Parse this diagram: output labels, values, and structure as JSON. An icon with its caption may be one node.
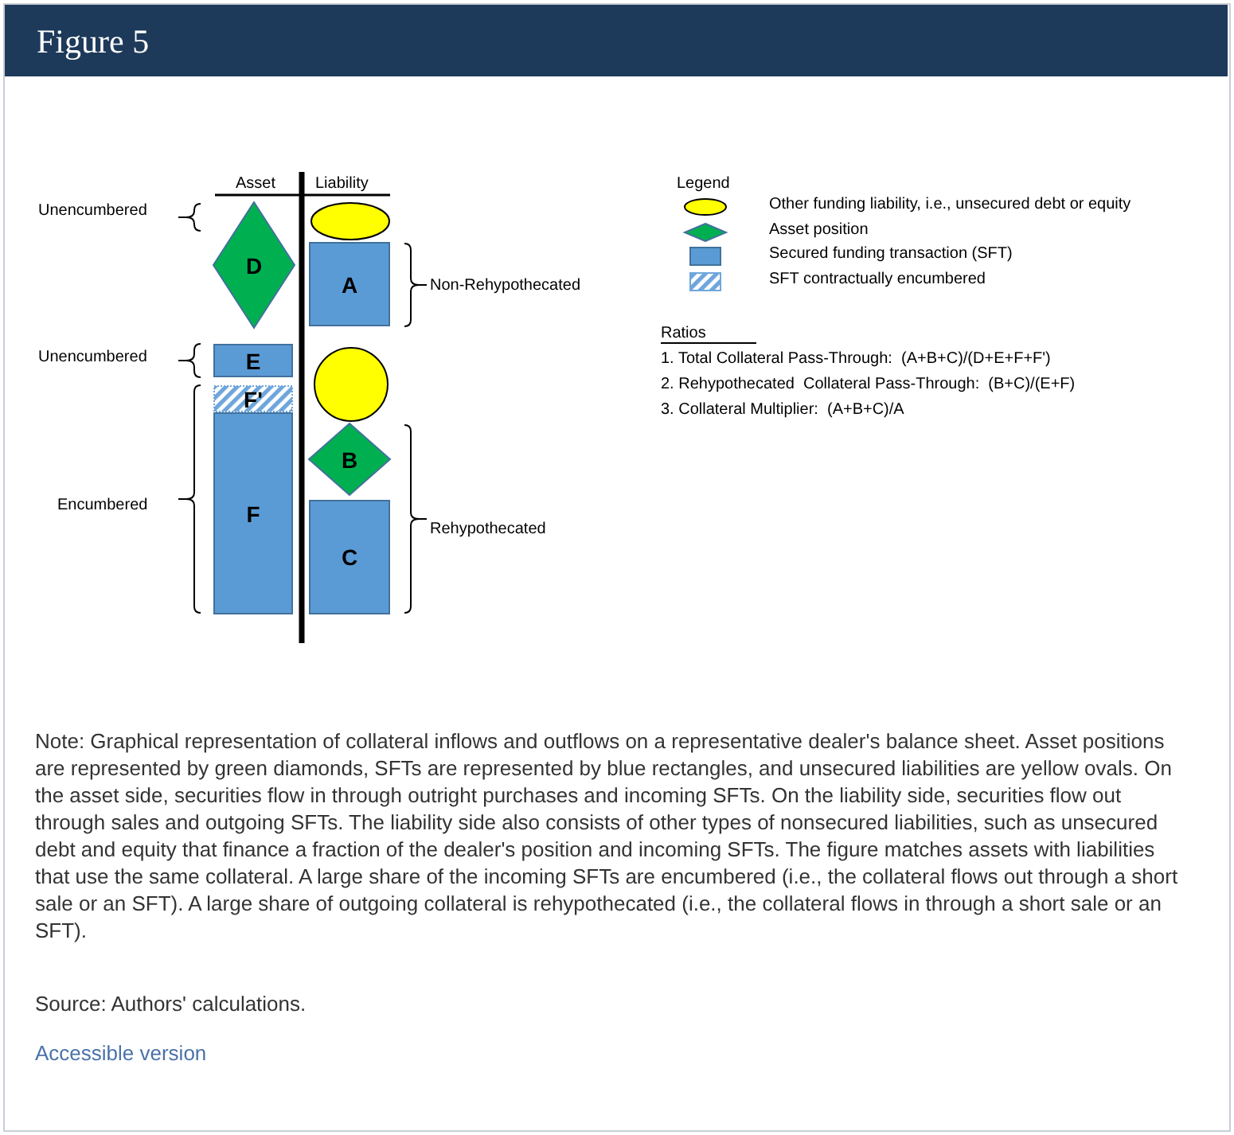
{
  "diagram": {
    "title": "Figure 5",
    "caption": "Note: Graphical representation of collateral inflows and outflows on a representative dealer's balance sheet. Asset positions are represented by green diamonds, SFTs are represented by blue rectangles, and unsecured liabilities are yellow ovals. On the asset side, securities flow in through outright purchases and incoming SFTs. On the liability side, securities flow out through sales and outgoing SFTs. The liability side also consists of other types of nonsecured liabilities, such as unsecured debt and equity that finance a fraction of the dealer's position and incoming SFTs. The figure matches assets with liabilities that use the same collateral. A large share of the incoming SFTs are encumbered (i.e., the collateral flows out through a short sale or an SFT). A large share of outgoing collateral is rehypothecated (i.e., the collateral flows in through a short sale or an SFT).",
    "nodes": [
      {
        "text": [],
        "shape": "oval"
      },
      {
        "text": [
          "D"
        ]
      },
      {
        "text": [
          "A"
        ]
      },
      {
        "text": [
          "E"
        ]
      },
      {
        "text": [],
        "shape": "circle"
      },
      {
        "text": [
          "F'"
        ]
      },
      {
        "text": [
          "B"
        ]
      },
      {
        "text": [
          "F"
        ]
      },
      {
        "text": [
          "C"
        ]
      }
    ],
    "edges": [],
    "labels": [
      "Asset",
      "Liability",
      "Unencumbered",
      "Non-Rehypothecated",
      "Unencumbered",
      "Encumbered",
      "Rehypothecated",
      "Legend",
      "Ratios",
      "1. Total Collateral Pass-Through:  (A+B+C)/(D+E+F+F')",
      "2. Rehypothecated  Collateral Pass-Through:  (B+C)/(E+F)",
      "3. Collateral Multiplier:  (A+B+C)/A",
      "Source: Authors' calculations.",
      "Accessible version"
    ],
    "legend": [
      {
        "text": "Other funding liability, i.e., unsecured debt or equity"
      },
      {
        "text": "Asset position"
      },
      {
        "text": "Secured funding transaction (SFT)",
        "color": "#5b9bd5"
      },
      {
        "text": "SFT contractually encumbered"
      }
    ]
  }
}
